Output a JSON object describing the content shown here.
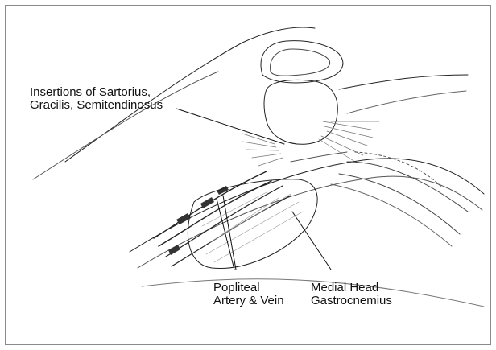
{
  "labels": {
    "insertions": {
      "line1": "Insertions of Sartorius,",
      "line2": "Gracilis, Semitendinosus"
    },
    "popliteal": {
      "line1": "Popliteal",
      "line2": "Artery & Vein"
    },
    "gastrocnemius": {
      "line1": "Medial Head",
      "line2": "Gastrocnemius"
    }
  }
}
